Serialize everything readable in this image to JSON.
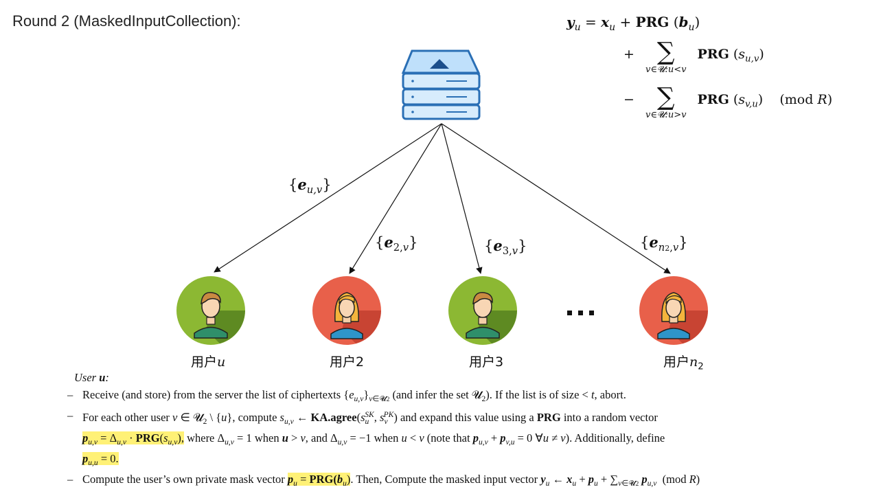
{
  "title": "Round 2 (MaskedInputCollection):",
  "formula": {
    "line1": "y_u = x_u + PRG(b_u)",
    "line2": "+ Σ_{v∈U:u<v} PRG(s_{u,v})",
    "line3": "− Σ_{v∈U:u>v} PRG(s_{v,u}) (mod R)",
    "mod": "(mod R)"
  },
  "edges": {
    "e1": "{e_{u,v}}",
    "e2": "{e_{2,v}}",
    "e3": "{e_{3,v}}",
    "e4": "{e_{n2,v}}"
  },
  "users": {
    "u1": "用户u",
    "u2": "用户2",
    "u3": "用户3",
    "u4": "用户n₂"
  },
  "ellipsis": "···",
  "protocol": {
    "head": "User u:",
    "item1": "Receive (and store) from the server the list of ciphertexts {e_{u,v}}_{v∈U2} (and infer the set U2). If the list is of size < t, abort.",
    "item2a": "For each other user v ∈ U2 \\ {u}, compute s_{u,v} ← KA.agree(s_u^SK, s_v^PK) and expand this value using a PRG into a random vector",
    "item2b": "p_{u,v} = Δ_{u,v} · PRG(s_{u,v}), where Δ_{u,v} = 1 when u > v, and Δ_{u,v} = −1 when u < v (note that p_{u,v} + p_{v,u} = 0 ∀u ≠ v). Additionally, define",
    "item2c": "p_{u,u} = 0.",
    "item3": "Compute the user's own private mask vector p_u = PRG(b_u). Then, Compute the masked input vector y_u ← x_u + p_u + Σ_{v∈U2} p_{u,v} (mod R)"
  },
  "colors": {
    "user_male": "#8cb833",
    "user_female": "#e8604a",
    "highlight": "#fff176",
    "server": "#4b95d8"
  }
}
